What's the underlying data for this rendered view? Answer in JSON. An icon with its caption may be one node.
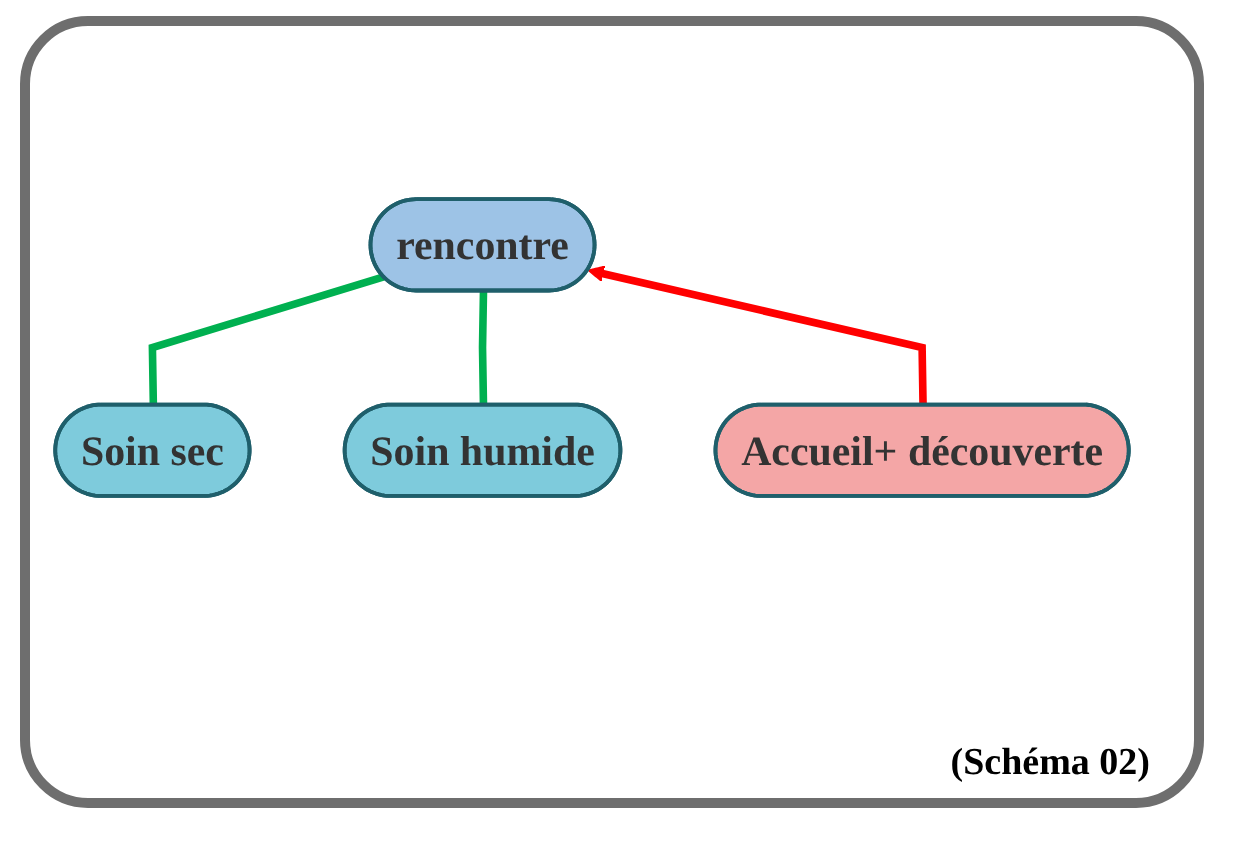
{
  "diagram": {
    "caption": "(Schéma 02)",
    "nodes": [
      {
        "text": [
          "rencontre"
        ]
      },
      {
        "text": [
          "Soin sec"
        ]
      },
      {
        "text": [
          "Soin humide"
        ]
      },
      {
        "text": [
          "Accueil+ découverte"
        ]
      }
    ],
    "edges": [
      {
        "from": 1,
        "to": 0,
        "arrow": "none",
        "color": "#00b050"
      },
      {
        "from": 2,
        "to": 0,
        "arrow": "none",
        "color": "#00b050"
      },
      {
        "from": 3,
        "to": 0,
        "arrow": "to",
        "color": "#ff0000"
      }
    ]
  }
}
